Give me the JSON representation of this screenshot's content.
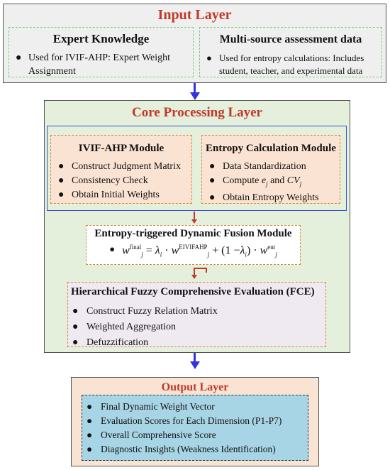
{
  "input_layer": {
    "title": "Input Layer",
    "expert": {
      "title": "Expert Knowledge",
      "bullet": "Used for IVIF-AHP: Expert Weight Assignment"
    },
    "multi": {
      "title": "Multi-source assessment data",
      "bullet": "Used for entropy calculations: Includes student, teacher, and experimental data"
    }
  },
  "core_layer": {
    "title": "Core Processing Layer",
    "ivif": {
      "title": "IVIF-AHP Module",
      "items": [
        "Construct Judgment Matrix",
        "Consistency Check",
        "Obtain Initial Weights"
      ]
    },
    "entropy": {
      "title": "Entropy Calculation Module",
      "items": [
        "Data Standardization",
        "Compute",
        "Obtain Entropy Weights"
      ],
      "compute_and": "and",
      "sym_e": "e",
      "sym_e_sub": "j",
      "sym_cv": "CV",
      "sym_cv_sub": "j"
    },
    "fusion": {
      "title": "Entropy-triggered Dynamic Fusion Module",
      "w": "w",
      "sub_j": "j",
      "sup_final": "final",
      "eq": "=",
      "lambda": "λ",
      "sub_i": "i",
      "mul": "·",
      "sup_eivif": "EIVIFAHP",
      "plus": "+",
      "paren_open": "(1 −",
      "paren_close": ")",
      "sup_ent": "ent"
    },
    "fce": {
      "title": "Hierarchical Fuzzy Comprehensive Evaluation (FCE)",
      "items": [
        "Construct Fuzzy Relation Matrix",
        "Weighted Aggregation",
        "Defuzzification"
      ]
    }
  },
  "output_layer": {
    "title": "Output Layer",
    "items": [
      "Final Dynamic Weight Vector",
      "Evaluation Scores for Each Dimension (P1-P7)",
      "Overall Comprehensive Score",
      "Diagnostic Insights (Weakness Identification)"
    ]
  },
  "colors": {
    "title_red": "#c0392b",
    "arrow_blue": "#3333dd",
    "core_bg": "#e4efdc",
    "module_bg": "#fbe3d3",
    "fce_bg": "#efe9f2",
    "output_bg": "#f9e3d2",
    "output_inner_bg": "#a8d5e5"
  },
  "icons": {
    "bullet": "●"
  }
}
